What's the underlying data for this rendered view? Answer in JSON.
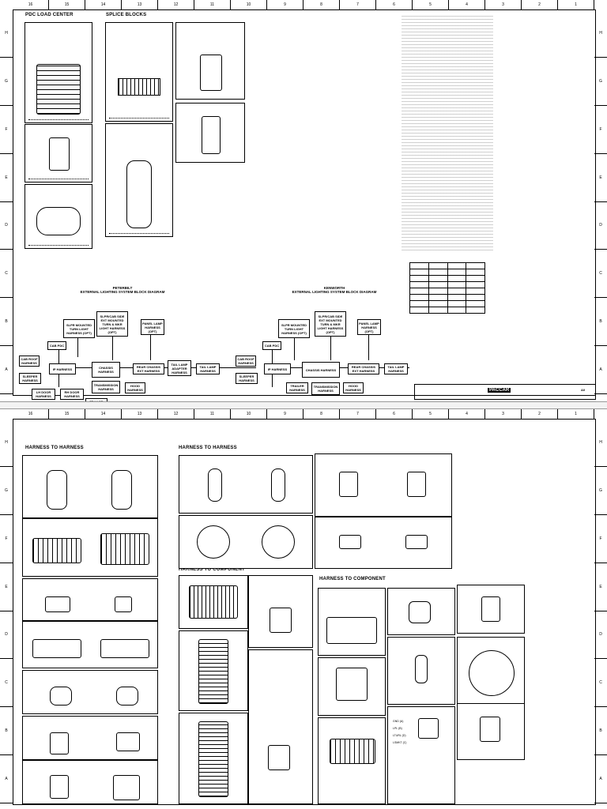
{
  "sheet1": {
    "section_pdc": "PDC LOAD CENTER",
    "section_splice": "SPLICE BLOCKS",
    "peterbilt_title": "PETERBILT",
    "peterbilt_subtitle": "EXTERNAL LIGHTING SYSTEM BLOCK DIAGRAM",
    "kenworth_title": "KENWORTH",
    "kenworth_subtitle": "EXTERNAL LIGHTING SYSTEM BLOCK DIAGRAM",
    "blocks_left": {
      "slpr_mounted": "SLPR MOUNTED TURN LIGHT HARNESS (OPT)",
      "slpr_cab": "SLPR/CAB SIDE EXT MOUNTED TURN & MKR LIGHT HARNESS (OPT)",
      "panel_lamp": "PANEL LAMP HARNESS (OPT)",
      "cab_pdc": "CAB PDC",
      "cab_roof": "CAB ROOF HARNESS",
      "ip_harness": "IP HARNESS",
      "chassis": "CHASSIS HARNESS",
      "rear_chassis": "REAR CHASSIS EXT HARNESS",
      "tail_lamp_adapter": "TAIL LAMP ADAPTER HARNESS",
      "tail_lamp": "TAIL LAMP HARNESS",
      "sleeper": "SLEEPER HARNESS",
      "lh_door": "LH DOOR HARNESS",
      "rh_door": "RH DOOR HARNESS",
      "transmission": "TRANSMISSION HARNESS",
      "hood": "HOOD HARNESS",
      "trailer": "TRAILER HARNESS"
    },
    "blocks_right": {
      "slpr_mounted": "SLPR MOUNTED TURN LIGHT HARNESS (OPT)",
      "slpr_cab": "SLPR/CAB SIDE EXT MOUNTED TURN & MKR LIGHT HARNESS (OPT)",
      "panel_lamp": "PANEL LAMP HARNESS (OPT)",
      "cab_pdc": "CAB PDC",
      "cab_roof": "CAB ROOF HARNESS",
      "ip_harness": "IP HARNESS",
      "chassis": "CHASSIS HARNESS",
      "rear_chassis": "REAR CHASSIS EXT HARNESS",
      "tail_lamp": "TAIL LAMP HARNESS",
      "sleeper": "SLEEPER HARNESS",
      "trailer": "TRAILER HARNESS",
      "transmission": "TRANSMISSION HARNESS",
      "hood": "HOOD HARNESS"
    },
    "logo": "PACCAR",
    "sheet_number": "A0"
  },
  "sheet2": {
    "h2h_left": "HARNESS TO HARNESS",
    "h2h_mid": "HARNESS TO HARNESS",
    "h2c_mid": "HARNESS TO COMPONENT",
    "h2c_right": "HARNESS TO COMPONENT",
    "pin_labels": [
      "GND (A)",
      "LPL (B)",
      "LTURL (D)",
      "LSMKT (C)"
    ]
  },
  "colors": {
    "ink": "#000000",
    "paper": "#ffffff",
    "gap": "#f2f2f2"
  }
}
